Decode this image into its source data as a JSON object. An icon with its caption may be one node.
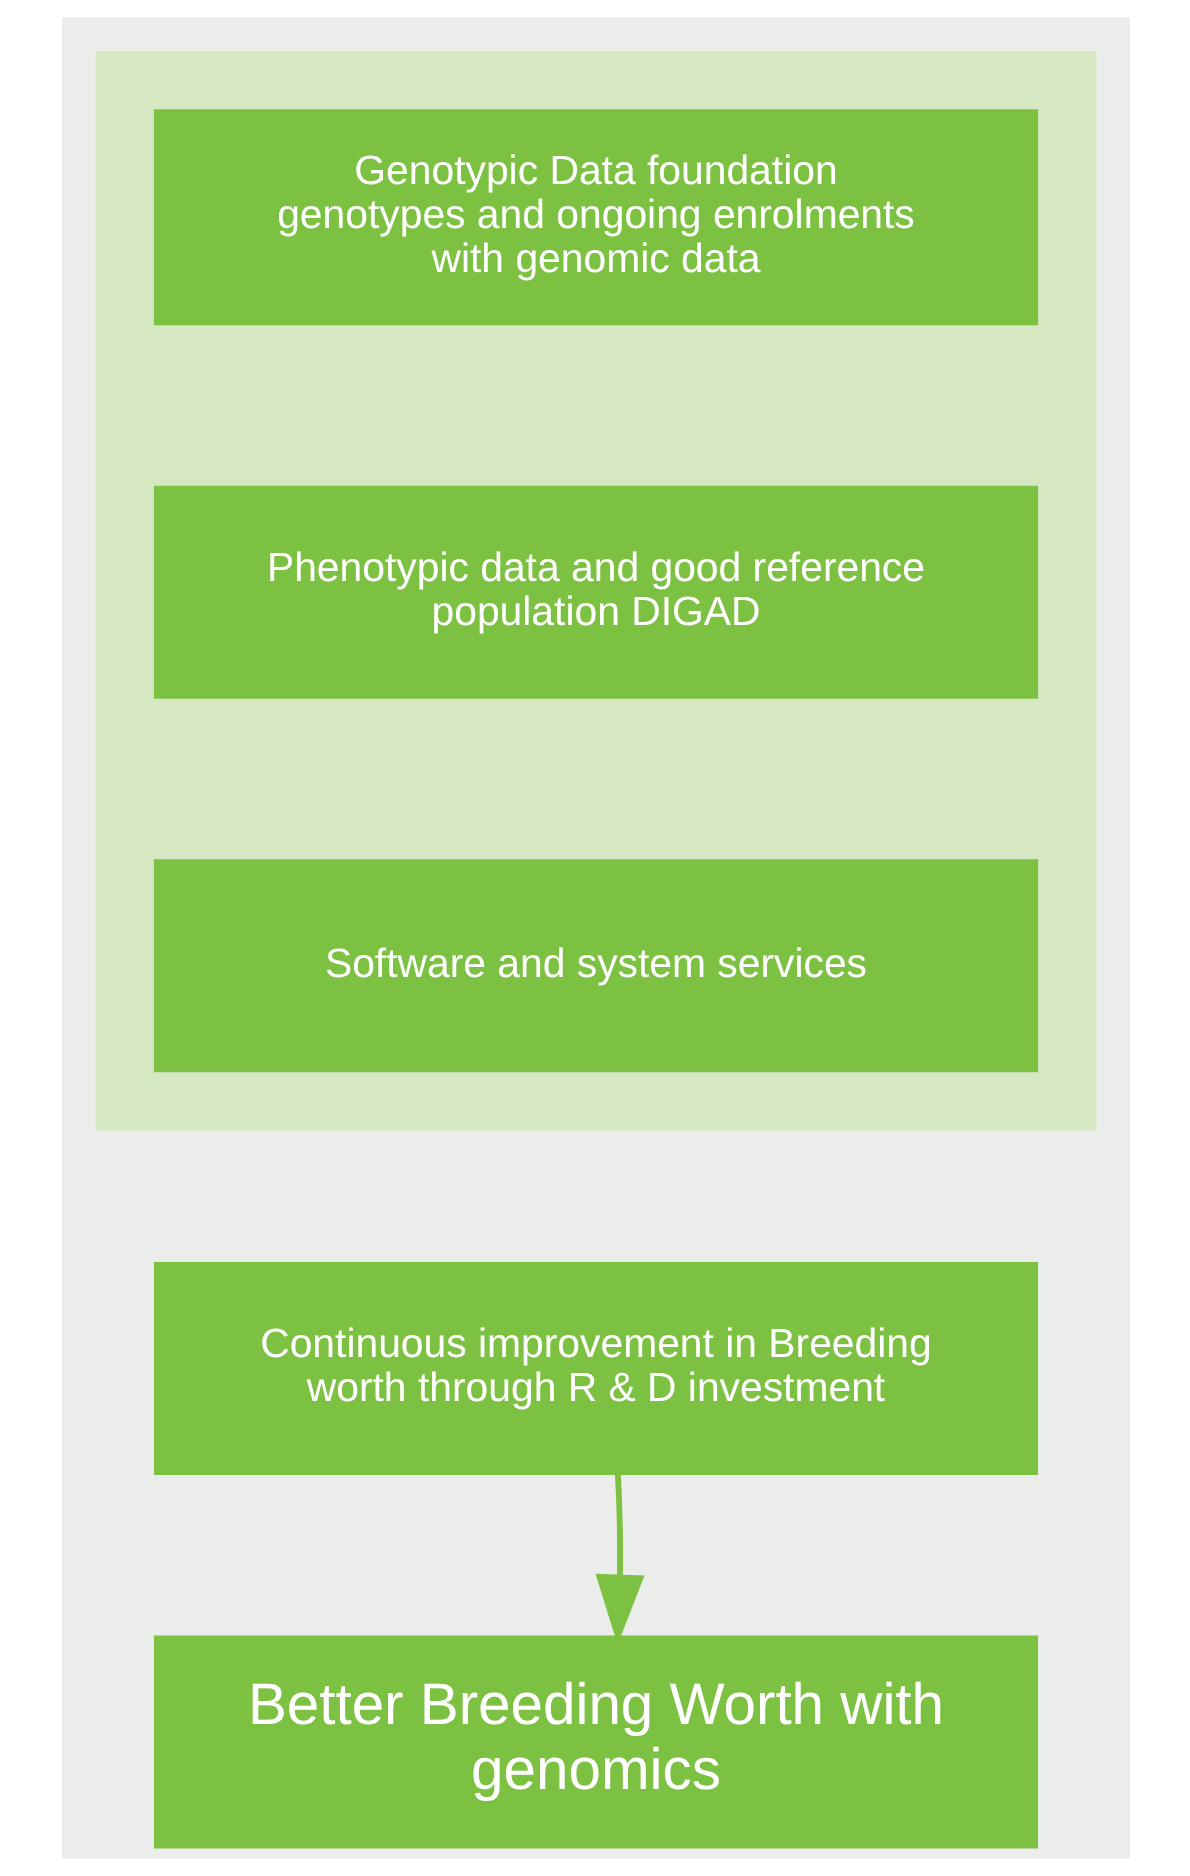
{
  "diagram": {
    "nodes": [
      {
        "text": [],
        "shape": "box"
      },
      {
        "text": [
          "Genotypic Data foundation genotypes and ongoing enrolments with genomic data"
        ],
        "in": 0
      },
      {
        "text": [
          "Phenotypic data and good reference population DIGAD"
        ],
        "in": 0
      },
      {
        "text": [
          "Software and system services"
        ],
        "in": 0
      },
      {
        "text": [
          "Continuous improvement in Breeding worth through R & D investment"
        ]
      },
      {
        "text": [
          "Better Breeding Worth with genomics"
        ]
      }
    ],
    "edges": [
      {
        "from": 4,
        "to": 5,
        "arrow": "to"
      }
    ]
  }
}
